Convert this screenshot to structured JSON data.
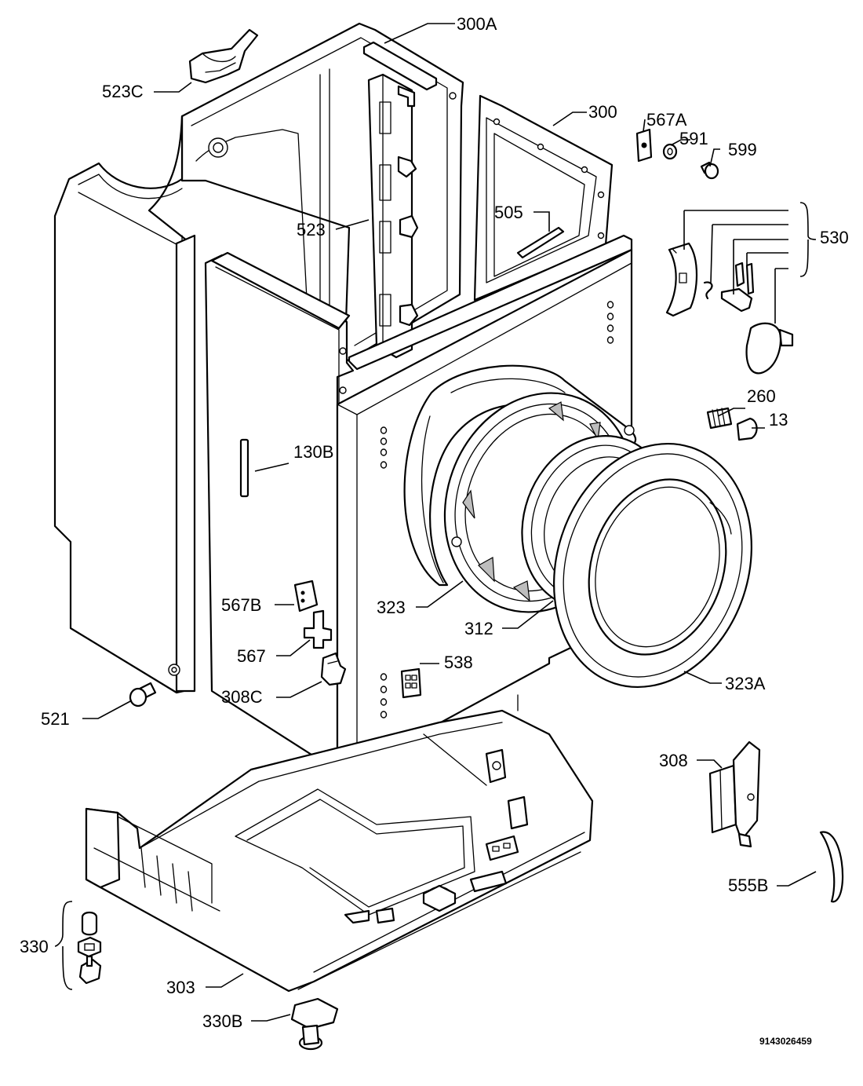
{
  "labels": {
    "l300A": "300A",
    "l523C": "523C",
    "l300": "300",
    "l567A": "567A",
    "l591": "591",
    "l599": "599",
    "l523": "523",
    "l505": "505",
    "l530": "530",
    "l260": "260",
    "l13": "13",
    "l130B": "130B",
    "l567B": "567B",
    "l323": "323",
    "l312": "312",
    "l567": "567",
    "l538": "538",
    "l308C": "308C",
    "l323A": "323A",
    "l521": "521",
    "l308": "308",
    "l555B": "555B",
    "l330": "330",
    "l303": "303",
    "l330B": "330B"
  },
  "drawing_number": "9143026459",
  "colors": {
    "line": "#000000",
    "background": "#ffffff",
    "shade": "#bdbdbd"
  }
}
